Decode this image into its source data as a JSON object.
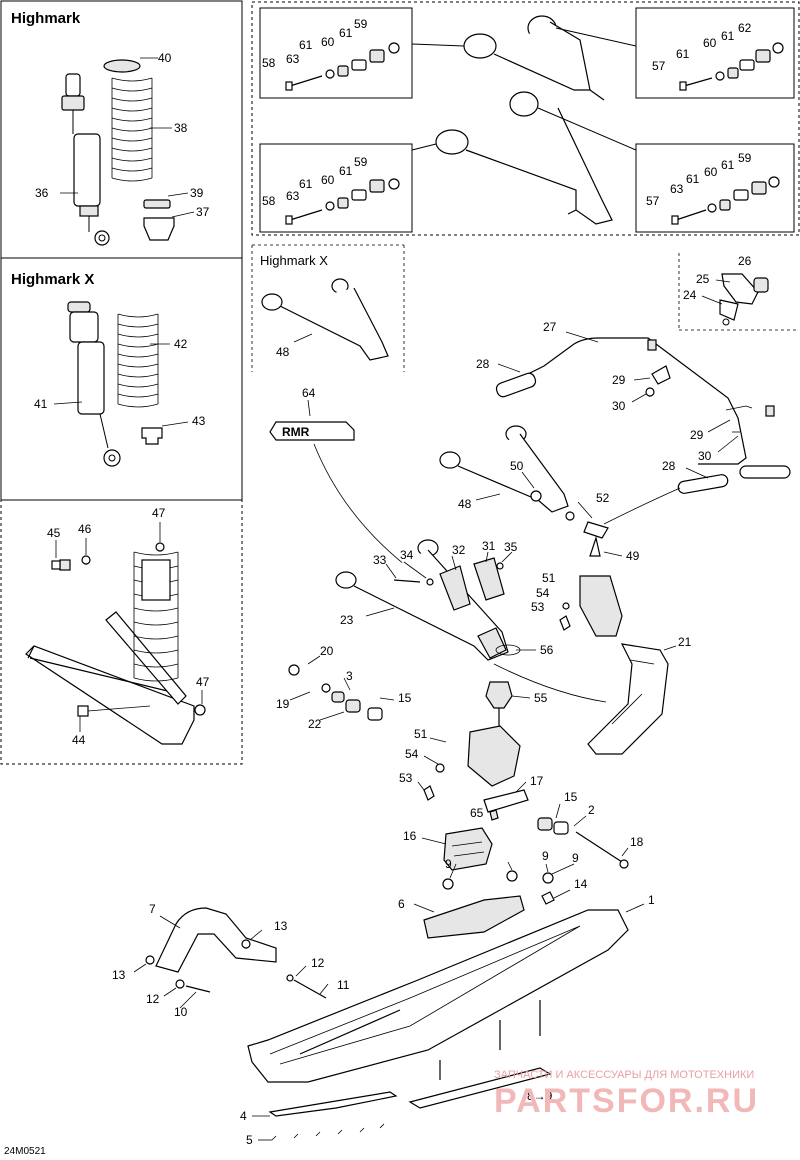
{
  "panels": {
    "highmark": "Highmark",
    "highmark_x": "Highmark X",
    "highmark_x_arm": "Highmark X"
  },
  "diagram_code": "24M0521",
  "watermark": {
    "line1": "ЗАПЧАСТИ И АКСЕССУАРЫ ДЛЯ МОТОТЕХНИКИ",
    "line2": "PARTSFOR.RU"
  },
  "ref_8_9": "8→9",
  "labels": {
    "p1": "1",
    "p2": "2",
    "p3": "3",
    "p4": "4",
    "p5": "5",
    "p6": "6",
    "p7": "7",
    "p9": "9",
    "p10": "10",
    "p11": "11",
    "p12": "12",
    "p13": "13",
    "p14": "14",
    "p15": "15",
    "p16": "16",
    "p17": "17",
    "p18": "18",
    "p19": "19",
    "p20": "20",
    "p21": "21",
    "p22": "22",
    "p23": "23",
    "p24": "24",
    "p25": "25",
    "p26": "26",
    "p27": "27",
    "p28": "28",
    "p29": "29",
    "p30": "30",
    "p31": "31",
    "p32": "32",
    "p33": "33",
    "p34": "34",
    "p35": "35",
    "p36": "36",
    "p37": "37",
    "p38": "38",
    "p39": "39",
    "p40": "40",
    "p41": "41",
    "p42": "42",
    "p43": "43",
    "p44": "44",
    "p45": "45",
    "p46": "46",
    "p47": "47",
    "p48": "48",
    "p49": "49",
    "p50": "50",
    "p51": "51",
    "p52": "52",
    "p53": "53",
    "p54": "54",
    "p55": "55",
    "p56": "56",
    "p57": "57",
    "p58": "58",
    "p59": "59",
    "p60": "60",
    "p61": "61",
    "p62": "62",
    "p63": "63",
    "p64": "64",
    "p65": "65"
  }
}
